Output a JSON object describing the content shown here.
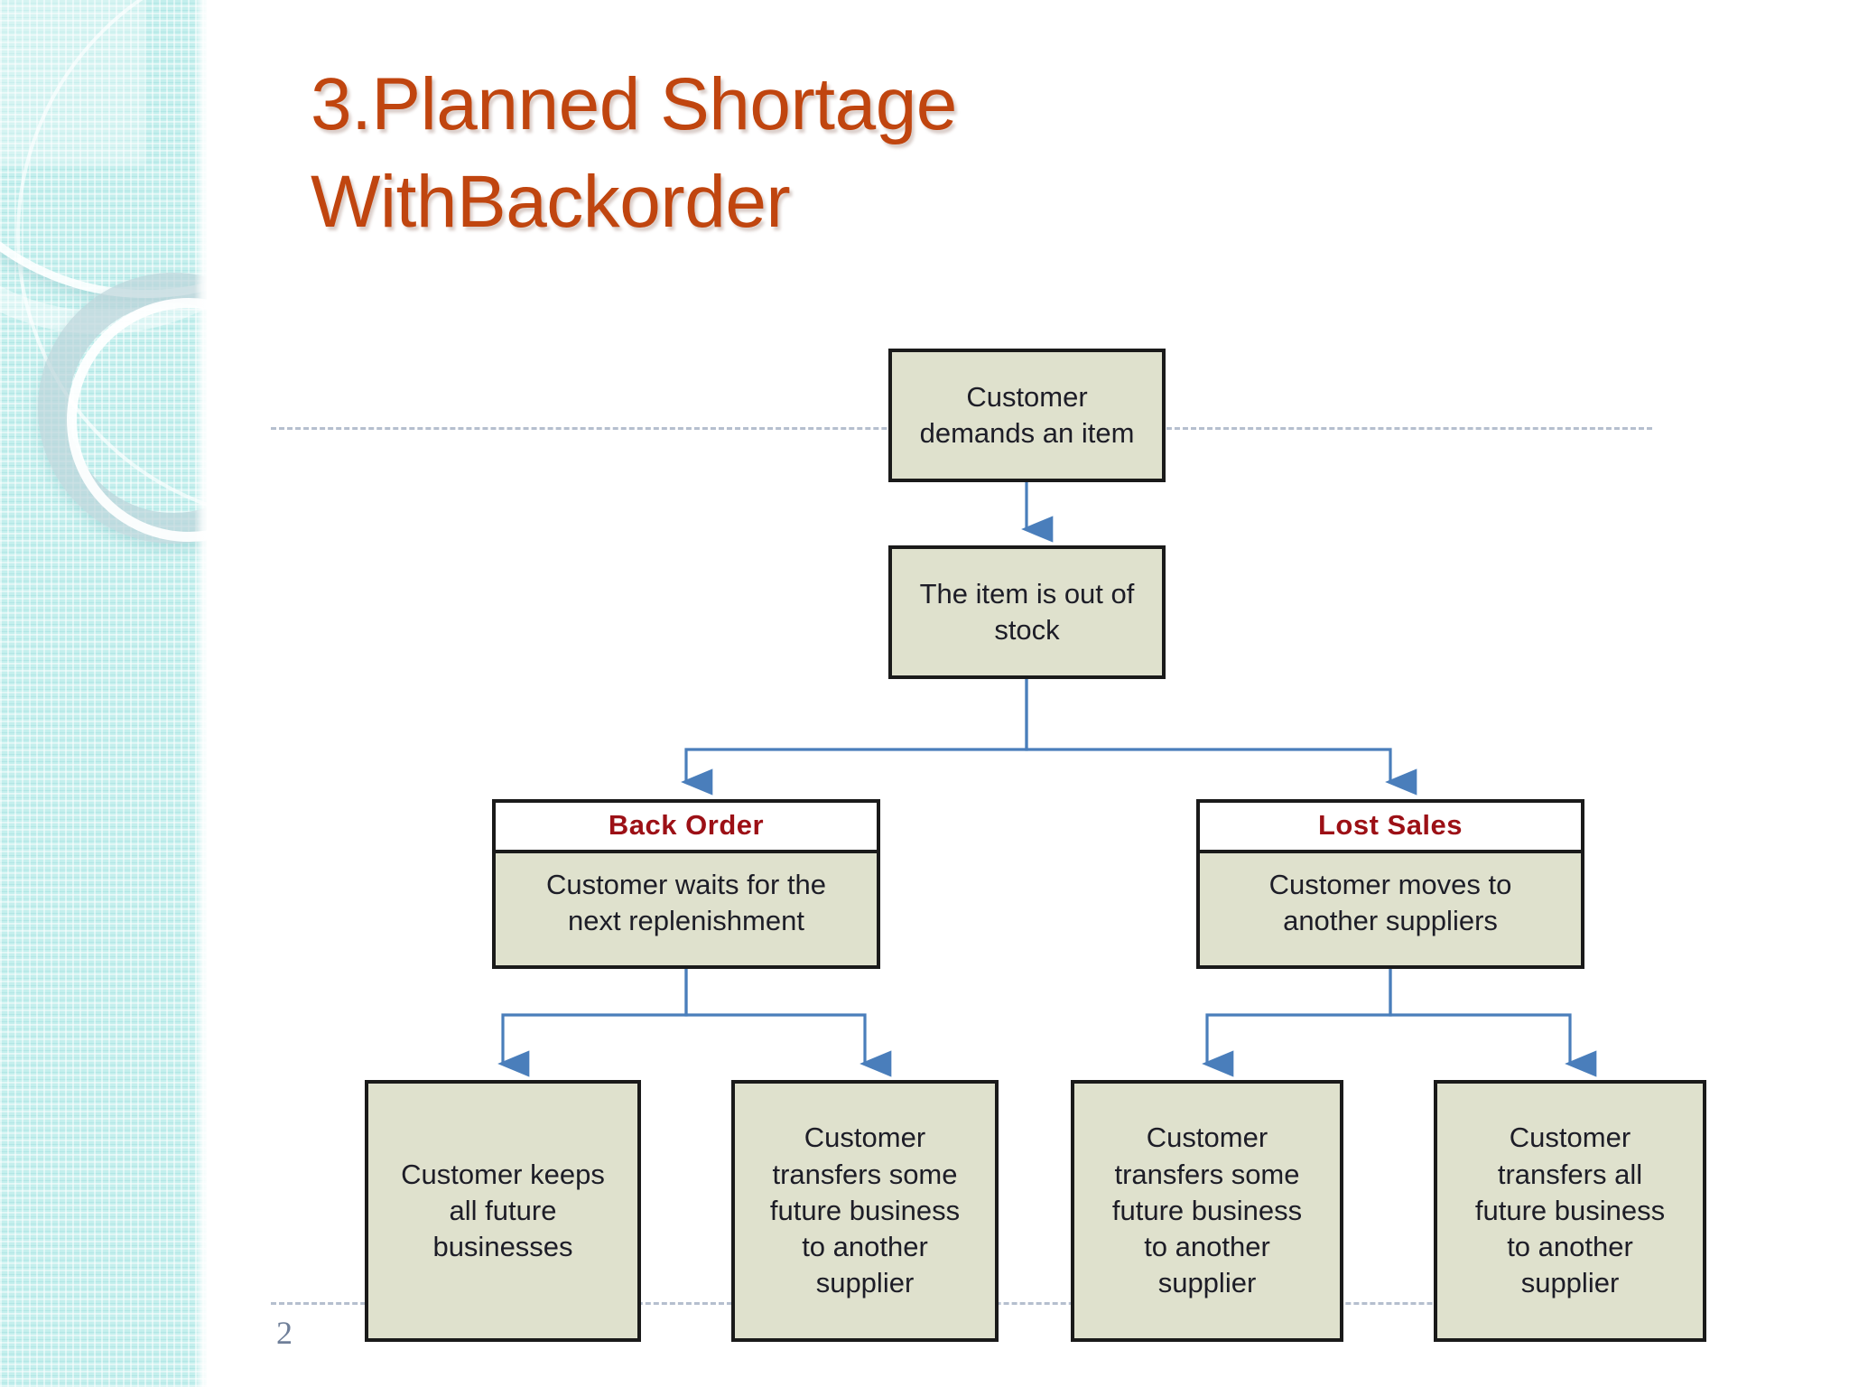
{
  "slide": {
    "title": "3.Planned Shortage\nWithBackorder",
    "page_number": "2",
    "title_color": "#c0450f",
    "sidebar_color": "#c4efed",
    "node_fill_color": "#dfe1cd",
    "node_border_color": "#1a1a1a",
    "header_text_color": "#9c1016",
    "connector_color": "#4a7ebb",
    "guide_line_color": "#a9b4c6"
  },
  "diagram": {
    "type": "flowchart",
    "nodes": {
      "demand": {
        "text": "Customer\ndemands an item"
      },
      "out_of_stock": {
        "text": "The item is out of\nstock"
      },
      "back_order": {
        "header": "Back Order",
        "text": "Customer waits for the\nnext replenishment"
      },
      "lost_sales": {
        "header": "Lost Sales",
        "text": "Customer moves to\nanother suppliers"
      },
      "leaf_1": {
        "text": "Customer keeps\nall future\nbusinesses"
      },
      "leaf_2": {
        "text": "Customer\ntransfers some\nfuture business\nto another\nsupplier"
      },
      "leaf_3": {
        "text": "Customer\ntransfers some\nfuture business\nto another\nsupplier"
      },
      "leaf_4": {
        "text": "Customer\ntransfers all\nfuture business\nto another\nsupplier"
      }
    },
    "edges": [
      {
        "from": "demand",
        "to": "out_of_stock"
      },
      {
        "from": "out_of_stock",
        "to": "back_order"
      },
      {
        "from": "out_of_stock",
        "to": "lost_sales"
      },
      {
        "from": "back_order",
        "to": "leaf_1"
      },
      {
        "from": "back_order",
        "to": "leaf_2"
      },
      {
        "from": "lost_sales",
        "to": "leaf_3"
      },
      {
        "from": "lost_sales",
        "to": "leaf_4"
      }
    ]
  }
}
